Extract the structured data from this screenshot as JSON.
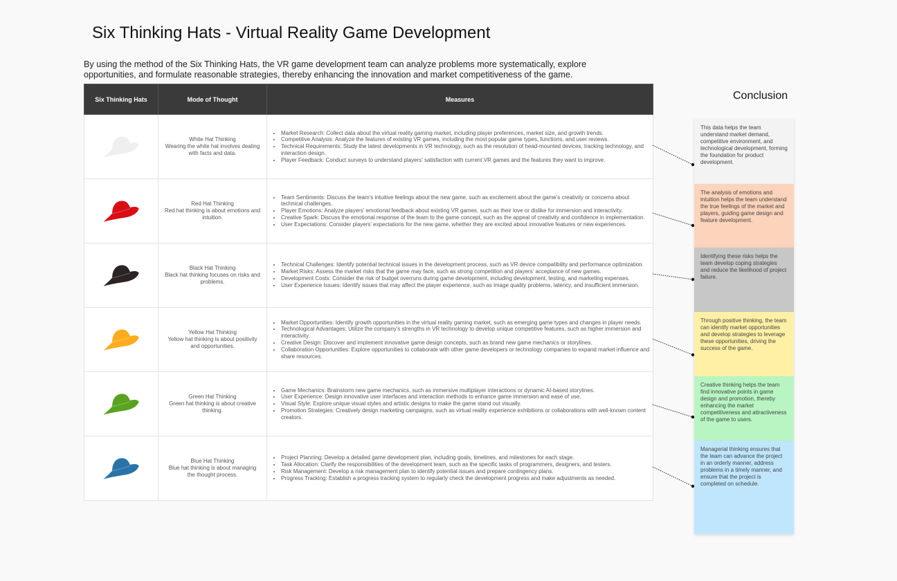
{
  "title": "Six Thinking Hats - Virtual Reality Game Development",
  "description": "By using the method of the Six Thinking Hats, the VR game development team can analyze problems more systematically, explore opportunities, and formulate reasonable strategies, thereby enhancing the innovation and market competitiveness of the game.",
  "table": {
    "headers": [
      "Six Thinking Hats",
      "Mode of Thought",
      "Measures"
    ],
    "rows": [
      {
        "hat": "white",
        "color": "#efefef",
        "name": "White Hat Thinking",
        "desc": "Wearing the white hat involves dealing with facts and data.",
        "measures": [
          "Market Research: Collect data about the virtual reality gaming market, including player preferences, market size, and growth trends.",
          "Competitive Analysis: Analyze the features of existing VR games, including the most popular game types, functions, and user reviews.",
          "Technical Requirements: Study the latest developments in VR technology, such as the resolution of head-mounted devices, tracking technology, and interaction design.",
          "Player Feedback: Conduct surveys to understand players' satisfaction with current VR games and the features they want to improve."
        ]
      },
      {
        "hat": "red",
        "color": "#d90d14",
        "name": "Red Hat Thinking",
        "desc": "Red hat thinking is about emotions and intuition.",
        "measures": [
          "Team Sentiments: Discuss the team's intuitive feelings about the new game, such as excitement about the game's creativity or concerns about technical challenges.",
          "Player Emotions: Analyze players' emotional feedback about existing VR games, such as their love or dislike for immersion and interactivity.",
          "Creative Spark: Discuss the emotional response of the team to the game concept, such as the appeal of creativity and confidence in implementation.",
          "User Expectations: Consider players' expectations for the new game, whether they are excited about innovative features or new experiences."
        ]
      },
      {
        "hat": "black",
        "color": "#2b2324",
        "name": "Black Hat Thinking",
        "desc": "Black hat thinking focuses on risks and problems.",
        "measures": [
          "Technical Challenges: Identify potential technical issues in the development process, such as VR device compatibility and performance optimization.",
          "Market Risks: Assess the market risks that the game may face, such as strong competition and players' acceptance of new games.",
          "Development Costs: Consider the risk of budget overruns during game development, including development, testing, and marketing expenses.",
          "User Experience Issues: Identify issues that may affect the player experience, such as image quality problems, latency, and insufficient immersion."
        ]
      },
      {
        "hat": "yellow",
        "color": "#fdac1e",
        "name": "Yellow Hat Thinking",
        "desc": "Yellow hat thinking is about positivity and opportunities.",
        "measures": [
          "Market Opportunities: Identify growth opportunities in the virtual reality gaming market, such as emerging game types and changes in player needs.",
          "Technological Advantages: Utilize the company's strengths in VR technology to develop unique competitive features, such as higher immersion and interactivity.",
          "Creative Design: Discover and implement innovative game design concepts, such as brand new game mechanics or storylines.",
          "Collaboration Opportunities: Explore opportunities to collaborate with other game developers or technology companies to expand market influence and share resources."
        ]
      },
      {
        "hat": "green",
        "color": "#5aa321",
        "name": "Green Hat Thinking",
        "desc": "Green hat thinking is about creative thinking.",
        "measures": [
          "Game Mechanics: Brainstorm new game mechanics, such as immersive multiplayer interactions or dynamic AI-based storylines.",
          "User Experience: Design innovative user interfaces and interaction methods to enhance game immersion and ease of use.",
          "Visual Style: Explore unique visual styles and artistic designs to make the game stand out visually.",
          "Promotion Strategies: Creatively design marketing campaigns, such as virtual reality experience exhibitions or collaborations with well-known content creators."
        ]
      },
      {
        "hat": "blue",
        "color": "#2a73a8",
        "name": "Blue Hat Thinking",
        "desc": "Blue hat thinking is about managing the thought process.",
        "measures": [
          "Project Planning: Develop a detailed game development plan, including goals, timelines, and milestones for each stage.",
          "Task Allocation: Clarify the responsibilities of the development team, such as the specific tasks of programmers, designers, and testers.",
          "Risk Management: Develop a risk management plan to identify potential issues and prepare contingency plans.",
          "Progress Tracking: Establish a progress tracking system to regularly check the development progress and make adjustments as needed."
        ]
      }
    ]
  },
  "conclusion": {
    "title": "Conclusion",
    "cards": [
      {
        "text": "This data helps the team understand market demand, competitive environment, and technological development, forming the foundation for product development.",
        "color": "#f3f3f3"
      },
      {
        "text": "The analysis of emotions and intuition helps the team understand the true feelings of the market and players, guiding game design and feature development.",
        "color": "#fcd3bb"
      },
      {
        "text": "Identifying these risks helps the team develop coping strategies and reduce the likelihood of project failure.",
        "color": "#c7c7c7"
      },
      {
        "text": "Through positive thinking, the team can identify market opportunities and develop strategies to leverage these opportunities, driving the success of the game.",
        "color": "#fff0a6"
      },
      {
        "text": "Creative thinking helps the team find innovative points in game design and promotion, thereby enhancing the market competitiveness and attractiveness of the game to users.",
        "color": "#b8f5c2"
      },
      {
        "text": "Managerial thinking ensures that the team can advance the project in an orderly manner, address problems in a timely manner, and ensure that the project is completed on schedule.",
        "color": "#c0e6fd"
      }
    ]
  }
}
